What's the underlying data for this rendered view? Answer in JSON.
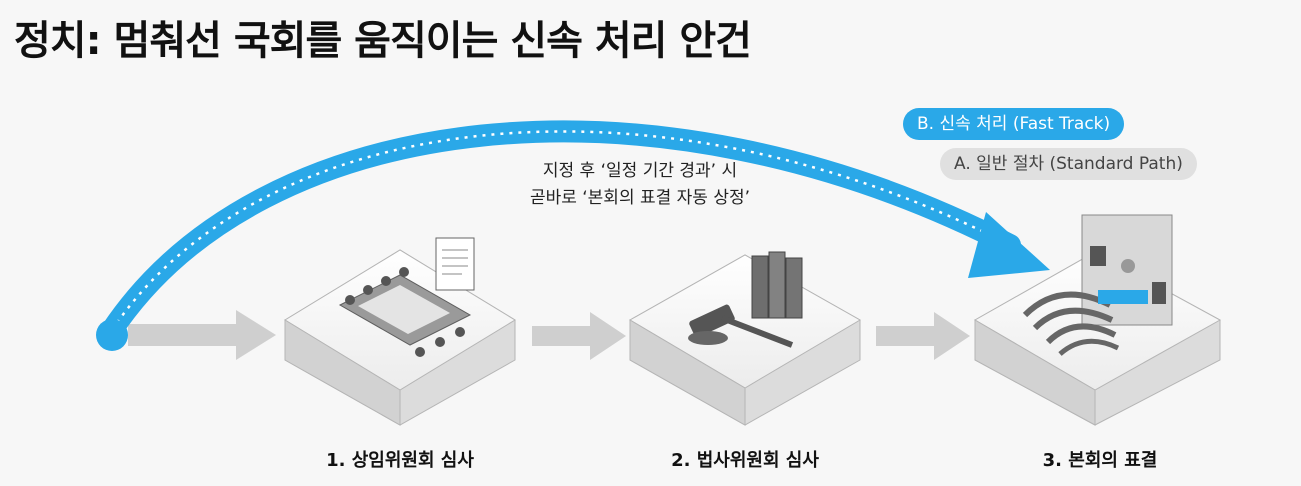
{
  "title": "정치: 멈춰선 국회를 움직이는 신속 처리 안건",
  "legend": {
    "fast_track": "B. 신속 처리 (Fast Track)",
    "standard": "A. 일반 절차 (Standard Path)"
  },
  "annotation": {
    "line1": "지정 후 ‘일정 기간 경과’ 시",
    "line2": "곧바로 ‘본회의 표결 자동 상정’"
  },
  "steps": [
    {
      "label": "1. 상임위원회 심사"
    },
    {
      "label": "2. 법사위원회 심사"
    },
    {
      "label": "3. 본회의 표결"
    }
  ],
  "colors": {
    "fast_track": "#2aa8e8",
    "standard": "#c8c8c8",
    "title": "#111111"
  }
}
